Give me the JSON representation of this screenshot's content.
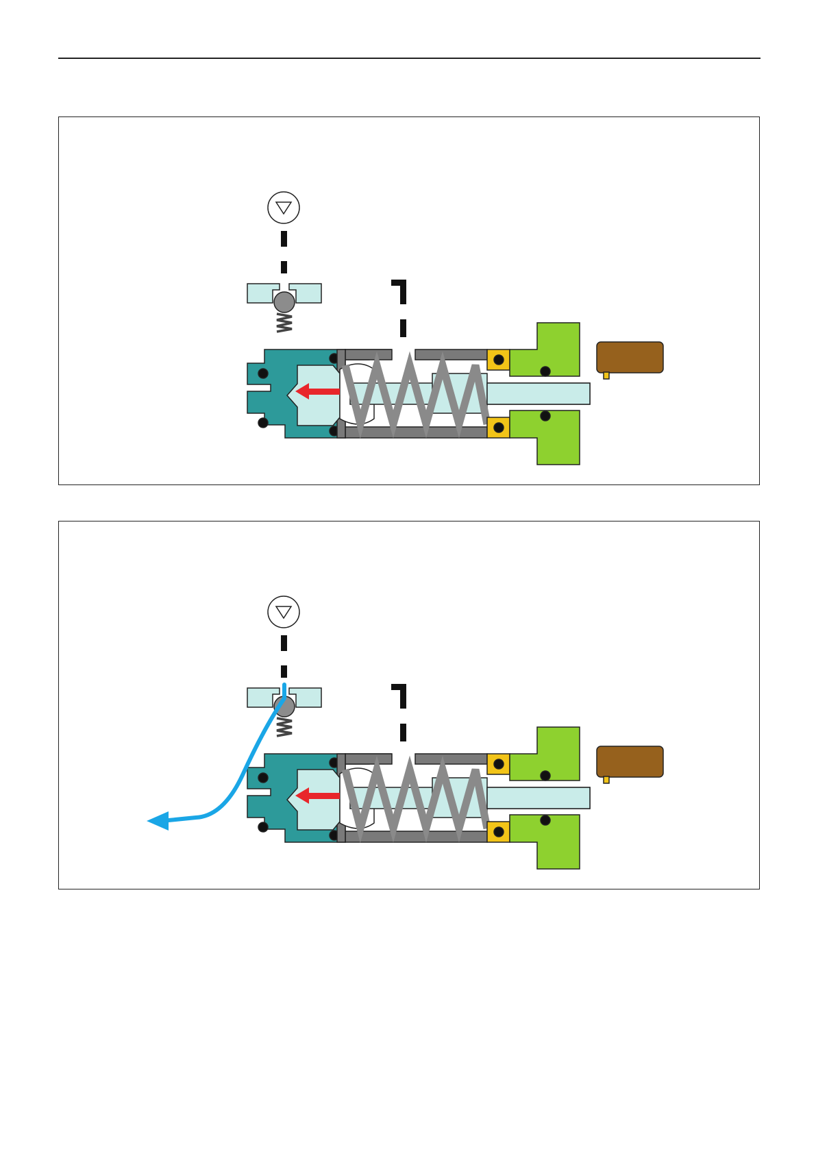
{
  "colors": {
    "outline": "#222222",
    "housing_teal": "#2d9a9a",
    "piston_light_cyan": "#c9ece9",
    "cylinder_grey": "#7a7a7a",
    "spring_grey": "#8a8a8a",
    "seal_yellow": "#f2c418",
    "end_cap_green": "#8ed12f",
    "actuator_brown": "#96611d",
    "force_arrow_red": "#e8262b",
    "flow_arrow_blue": "#1aa6e6",
    "check_ball_grey": "#8c8c8c",
    "oring_black": "#111111"
  },
  "panels": [
    {
      "id": "panel-1",
      "flow_path_shown": false,
      "force_arrow": "left"
    },
    {
      "id": "panel-2",
      "flow_path_shown": true,
      "force_arrow": "left"
    }
  ],
  "icons": [
    "exhaust-symbol-icon",
    "check-ball-icon",
    "spring-icon",
    "o-ring-icon"
  ]
}
